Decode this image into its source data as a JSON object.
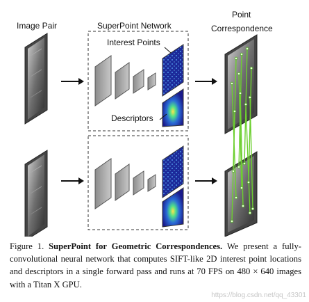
{
  "figure": {
    "labels": {
      "image_pair": "Image Pair",
      "network": "SuperPoint Network",
      "interest_points": "Interest Points",
      "descriptors": "Descriptors",
      "point_line1": "Point",
      "point_line2": "Correspondence"
    }
  },
  "caption": {
    "prefix": "Figure 1.",
    "title": "SuperPoint for Geometric Correspondences.",
    "body": "We present a fully-convolutional neural network that computes SIFT-like 2D interest point locations and descriptors in a single forward pass and runs at 70 FPS on 480 × 640 images with a Titan X GPU."
  },
  "watermark": "https://blog.csdn.net/qq_43301"
}
